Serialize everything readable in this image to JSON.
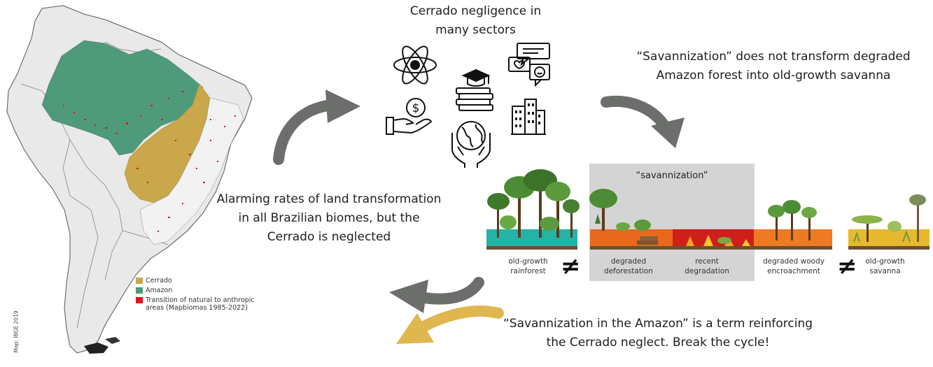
{
  "map": {
    "credit": "Map: IBGE 2019",
    "legend": [
      {
        "label": "Cerrado",
        "color": "#c9a74a"
      },
      {
        "label": "Amazon",
        "color": "#4f9a7a"
      },
      {
        "label": "Transition of natural to anthropic areas (Mapbiomas 1985-2022)",
        "color": "#e0141b"
      }
    ]
  },
  "texts": {
    "cerrado_negligence": "Cerrado negligence in many sectors",
    "savannization_statement": "“Savannization” does not transform degraded Amazon forest into old-growth savanna",
    "alarming_rates": "Alarming rates of land transformation in all Brazilian biomes, but the Cerrado is neglected",
    "savannization_amazon": "“Savannization in the Amazon” is a term reinforcing the Cerrado neglect. Break the cycle!",
    "savannization_box": "“savannization”"
  },
  "landscape": {
    "panels": [
      {
        "label": "old-growth rainforest",
        "color": "#25b3a7"
      },
      {
        "label": "degraded deforestation",
        "color": "#e8691e"
      },
      {
        "label": "recent degradation",
        "color": "#cf1f1a"
      },
      {
        "label": "degraded woody encroachment",
        "color": "#ee7a24"
      },
      {
        "label": "old-growth savanna",
        "color": "#e8b92e"
      }
    ],
    "not_equal": "≠"
  },
  "colors": {
    "arrow_gray": "#6b6e6a",
    "arrow_gold": "#e0b74f",
    "box_gray": "#cfcfcf"
  },
  "icons": [
    "atom-icon",
    "chat-bubbles-icon",
    "graduation-books-icon",
    "money-hand-icon",
    "buildings-icon",
    "globe-hands-icon"
  ]
}
